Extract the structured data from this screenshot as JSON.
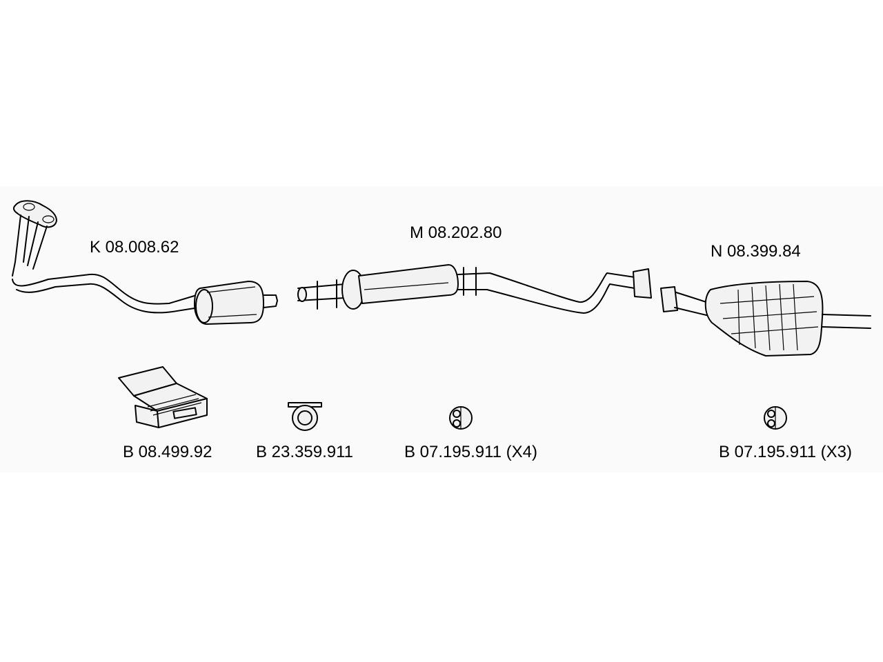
{
  "diagram": {
    "parts": [
      {
        "code": "K 08.008.62",
        "icon": "front-pipe-with-catalyst"
      },
      {
        "code": "M 08.202.80",
        "icon": "middle-silencer-with-pipe"
      },
      {
        "code": "N 08.399.84",
        "icon": "rear-silencer"
      }
    ],
    "accessories": [
      {
        "code": "B 08.499.92",
        "icon": "assembly-kit-box"
      },
      {
        "code": "B 23.359.911",
        "icon": "pipe-clamp"
      },
      {
        "code": "B 07.195.911 (X4)",
        "icon": "rubber-mount"
      },
      {
        "code": "B 07.195.911 (X3)",
        "icon": "rubber-mount"
      }
    ]
  }
}
